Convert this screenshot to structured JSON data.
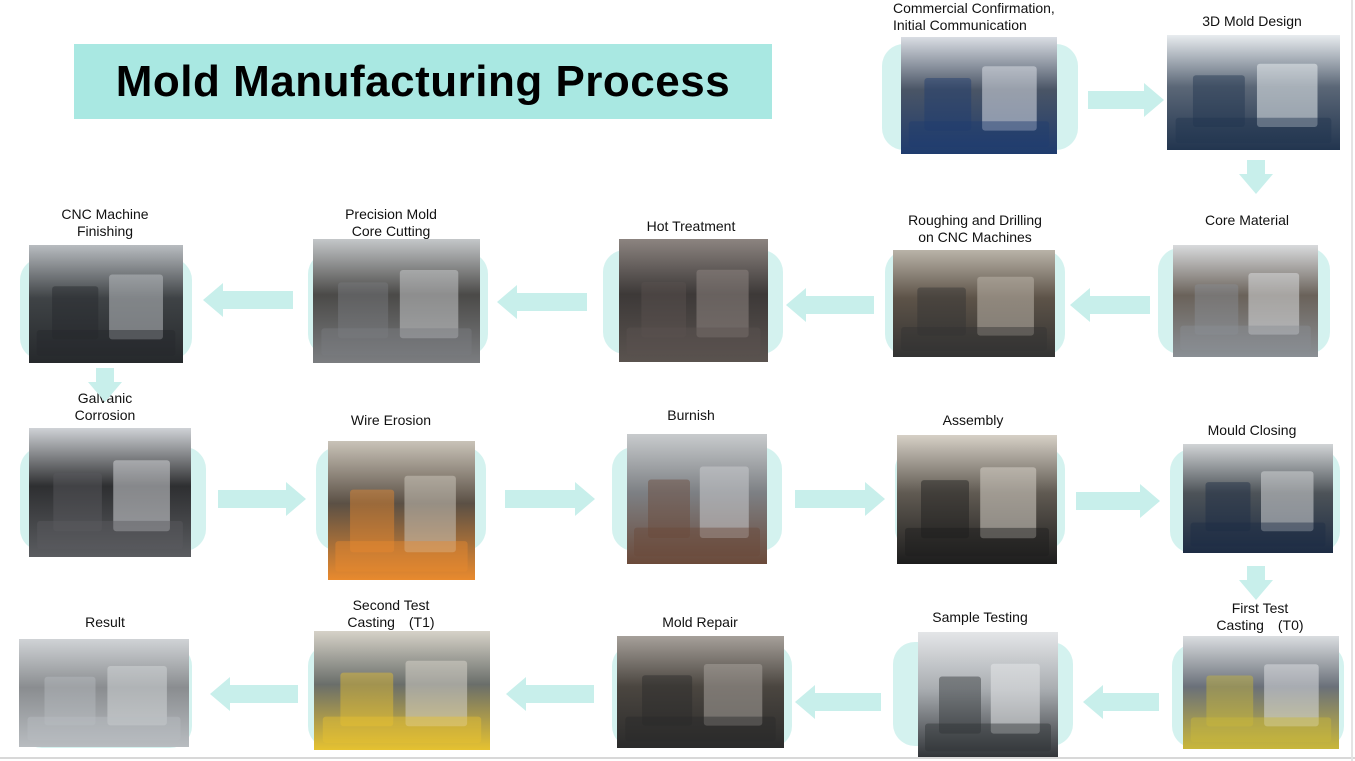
{
  "title": "Mold Manufacturing Process",
  "steps": [
    {
      "id": "s1",
      "label": [
        "Commercial Confirmation,",
        "Initial Communication"
      ],
      "align": "left"
    },
    {
      "id": "s2",
      "label": [
        "3D Mold Design"
      ]
    },
    {
      "id": "s3",
      "label": [
        "Core Material"
      ]
    },
    {
      "id": "s4",
      "label": [
        "Roughing and Drilling",
        "on CNC Machines"
      ]
    },
    {
      "id": "s5",
      "label": [
        "Hot Treatment"
      ]
    },
    {
      "id": "s6",
      "label": [
        "Precision Mold",
        "Core Cutting"
      ]
    },
    {
      "id": "s7",
      "label": [
        "CNC Machine",
        "Finishing"
      ]
    },
    {
      "id": "s8",
      "label": [
        "Galvanic",
        "Corrosion"
      ]
    },
    {
      "id": "s9",
      "label": [
        "Wire Erosion"
      ]
    },
    {
      "id": "s10",
      "label": [
        "Burnish"
      ]
    },
    {
      "id": "s11",
      "label": [
        "Assembly"
      ]
    },
    {
      "id": "s12",
      "label": [
        "Mould Closing"
      ]
    },
    {
      "id": "s13",
      "label": [
        "First Test",
        "Casting　(T0)"
      ]
    },
    {
      "id": "s14",
      "label": [
        "Sample Testing"
      ]
    },
    {
      "id": "s15",
      "label": [
        "Mold Repair"
      ]
    },
    {
      "id": "s16",
      "label": [
        "Second Test",
        "Casting　(T1)"
      ]
    },
    {
      "id": "s17",
      "label": [
        "Result"
      ]
    }
  ],
  "colors": {
    "accent": "#a9e8e2",
    "card": "#d4f2ef",
    "arrow": "#c8efeb"
  }
}
